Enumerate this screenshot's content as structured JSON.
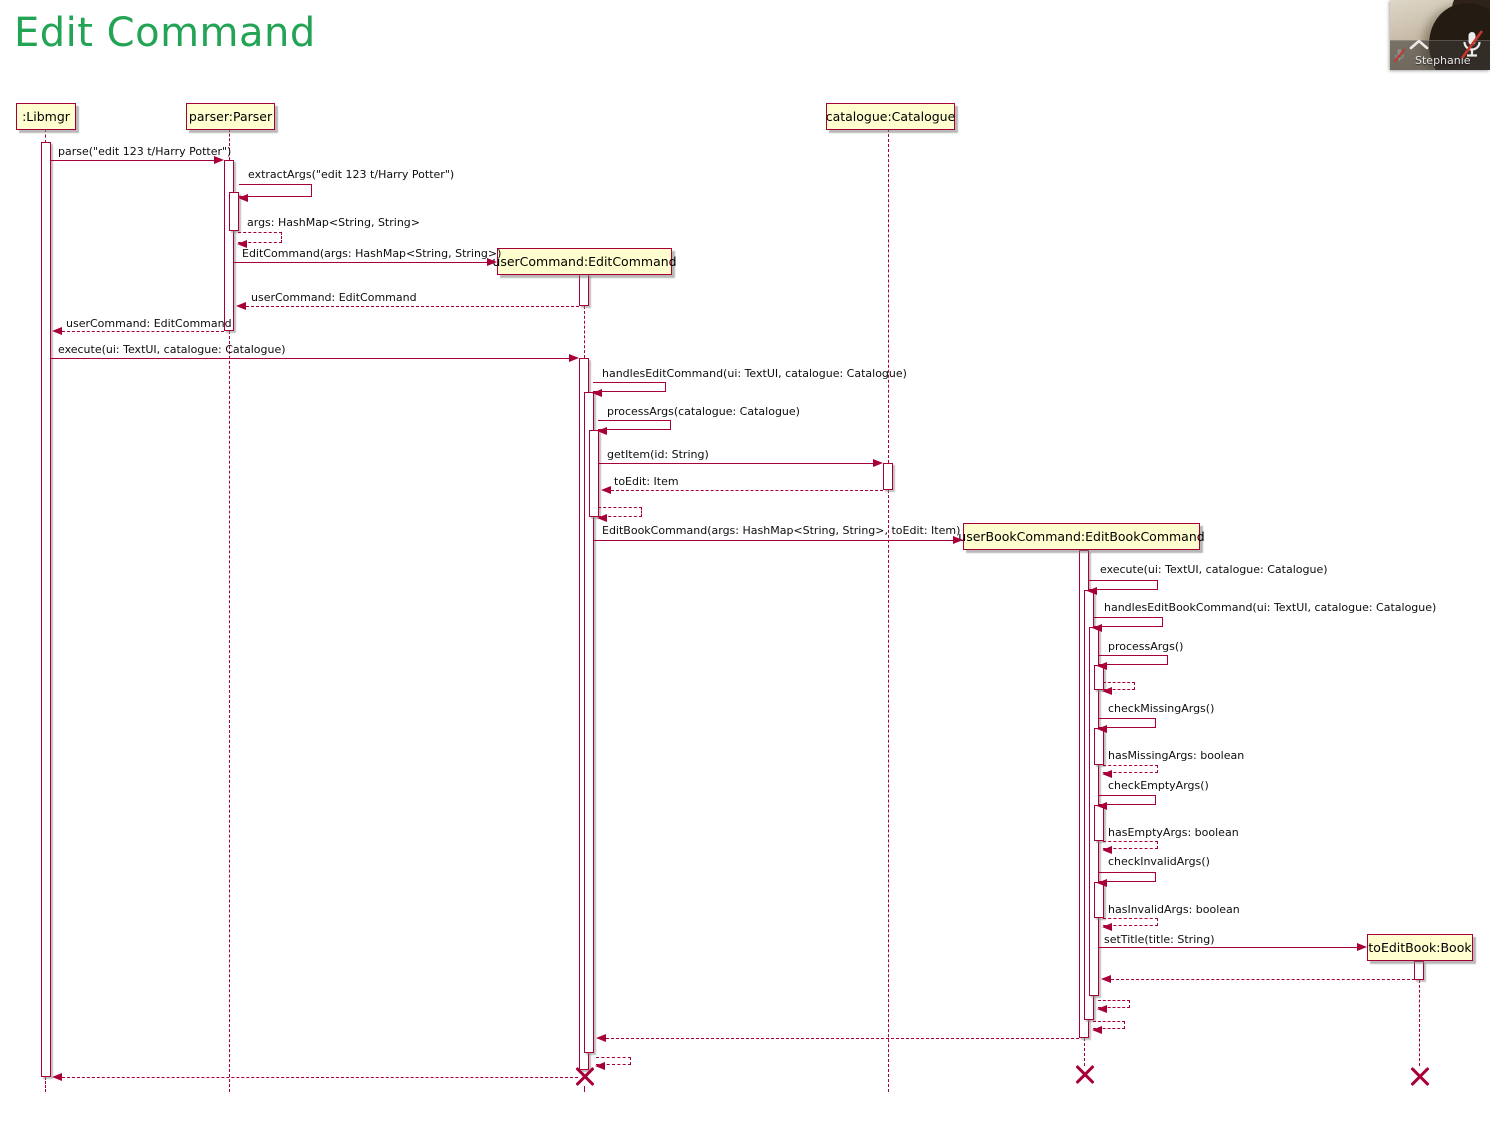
{
  "title": "Edit Command",
  "colors": {
    "line": "#a80036",
    "box_fill": "#fefece",
    "title_green": "#23a455",
    "mute_red": "#d93025"
  },
  "participants": {
    "libmgr": ":Libmgr",
    "parser": "parser:Parser",
    "catalogue": "catalogue:Catalogue",
    "user_command": "userCommand:EditCommand",
    "user_book_command": "userBookCommand:EditBookCommand",
    "to_edit_book": "toEditBook:Book"
  },
  "messages": {
    "parse": "parse(\"edit 123 t/Harry Potter\")",
    "extract_args": "extractArgs(\"edit 123 t/Harry Potter\")",
    "args_return": "args: HashMap<String, String>",
    "edit_command_new": "EditCommand(args: HashMap<String, String>)",
    "user_command_return_parser": "userCommand: EditCommand",
    "user_command_return_libmgr": "userCommand: EditCommand",
    "execute": "execute(ui: TextUI, catalogue: Catalogue)",
    "handles_edit_command": "handlesEditCommand(ui: TextUI, catalogue: Catalogue)",
    "process_args_catalogue": "processArgs(catalogue: Catalogue)",
    "get_item": "getItem(id: String)",
    "to_edit_return": "toEdit: Item",
    "edit_book_command_new": "EditBookCommand(args: HashMap<String, String>, toEdit: Item)",
    "execute_book": "execute(ui: TextUI, catalogue: Catalogue)",
    "handles_edit_book_command": "handlesEditBookCommand(ui: TextUI, catalogue: Catalogue)",
    "process_args_empty": "processArgs()",
    "check_missing_args": "checkMissingArgs()",
    "has_missing_args": "hasMissingArgs: boolean",
    "check_empty_args": "checkEmptyArgs()",
    "has_empty_args": "hasEmptyArgs: boolean",
    "check_invalid_args": "checkInvalidArgs()",
    "has_invalid_args": "hasInvalidArgs: boolean",
    "set_title": "setTitle(title: String)"
  },
  "webcam": {
    "name": "Stephanie"
  }
}
